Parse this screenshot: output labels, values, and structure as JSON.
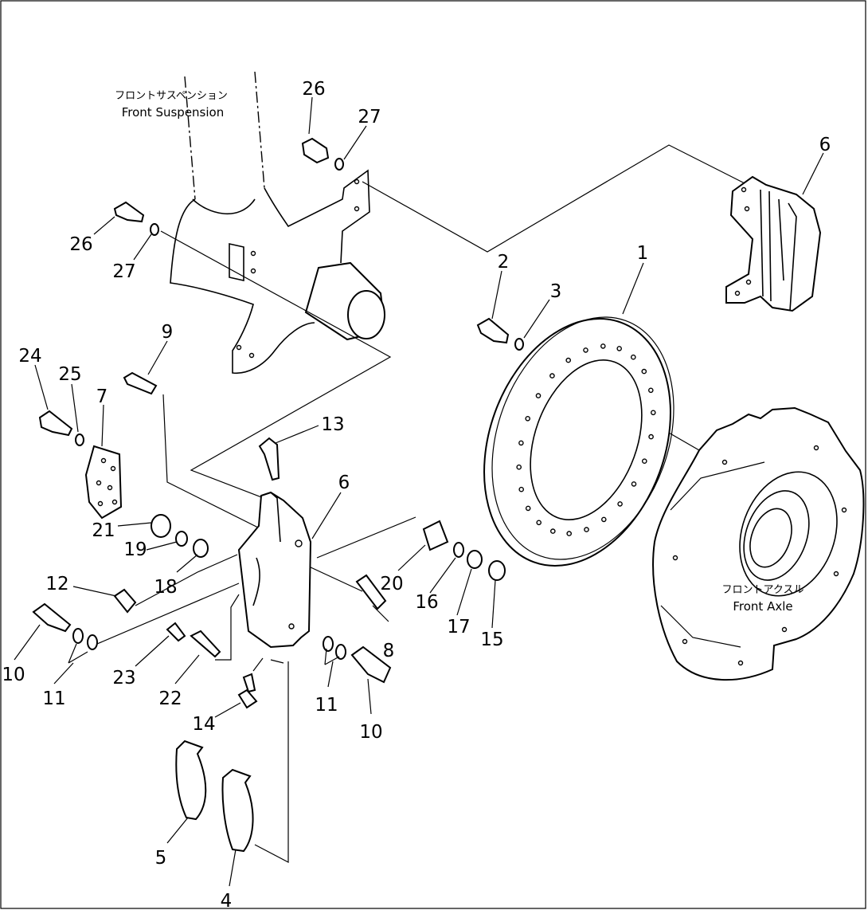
{
  "callouts": {
    "c1": "1",
    "c2": "2",
    "c3": "3",
    "c4": "4",
    "c5": "5",
    "c6a": "6",
    "c6b": "6",
    "c7": "7",
    "c8": "8",
    "c9": "9",
    "c10a": "10",
    "c10b": "10",
    "c11a": "11",
    "c11b": "11",
    "c12": "12",
    "c13": "13",
    "c14": "14",
    "c15": "15",
    "c16": "16",
    "c17": "17",
    "c18": "18",
    "c19": "19",
    "c20": "20",
    "c21": "21",
    "c22": "22",
    "c23": "23",
    "c24": "24",
    "c25": "25",
    "c26a": "26",
    "c26b": "26",
    "c27a": "27",
    "c27b": "27"
  },
  "labels": {
    "front_suspension_jp": "フロントサスペンション",
    "front_suspension_en": "Front Suspension",
    "front_axle_jp": "フロントアクスル",
    "front_axle_en": "Front Axle"
  }
}
